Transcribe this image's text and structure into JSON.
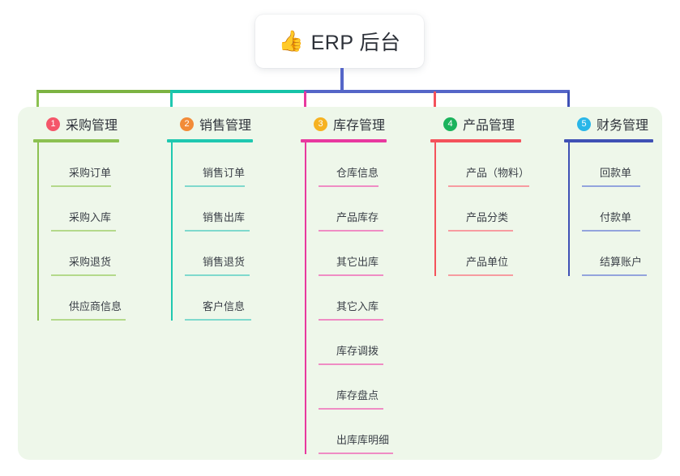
{
  "root": {
    "emoji": "👍",
    "emoji_name": "thumbs-up-icon",
    "title": "ERP 后台"
  },
  "colors": {
    "panel_bg": "#eef7ea",
    "page_bg": "#ffffff",
    "root_text": "#2c3038",
    "bus_green": "#7cb342",
    "bus_teal": "#17c3a8",
    "bus_blue": "#5566c8"
  },
  "columns": [
    {
      "index": "1",
      "badge_color": "#f4566a",
      "line_color": "#8cc152",
      "leaf_line_color": "#b4d98b",
      "drop_color": "#8cc152",
      "title": "采购管理",
      "items": [
        {
          "label": "采购订单",
          "rule_width": 74
        },
        {
          "label": "采购入库",
          "rule_width": 80
        },
        {
          "label": "采购退货",
          "rule_width": 80
        },
        {
          "label": "供应商信息",
          "rule_width": 92
        }
      ]
    },
    {
      "index": "2",
      "badge_color": "#f28b38",
      "line_color": "#1fc8b0",
      "leaf_line_color": "#7fd9cd",
      "drop_color": "#1fc8b0",
      "title": "销售管理",
      "items": [
        {
          "label": "销售订单",
          "rule_width": 74
        },
        {
          "label": "销售出库",
          "rule_width": 80
        },
        {
          "label": "销售退货",
          "rule_width": 80
        },
        {
          "label": "客户信息",
          "rule_width": 82
        }
      ]
    },
    {
      "index": "3",
      "badge_color": "#f6b221",
      "line_color": "#e8399f",
      "leaf_line_color": "#ef8cc4",
      "drop_color": "#e8399f",
      "title": "库存管理",
      "items": [
        {
          "label": "仓库信息",
          "rule_width": 74
        },
        {
          "label": "产品库存",
          "rule_width": 80
        },
        {
          "label": "其它出库",
          "rule_width": 80
        },
        {
          "label": "其它入库",
          "rule_width": 80
        },
        {
          "label": "库存调拨",
          "rule_width": 80
        },
        {
          "label": "库存盘点",
          "rule_width": 80
        },
        {
          "label": "出库库明细",
          "rule_width": 92
        }
      ]
    },
    {
      "index": "4",
      "badge_color": "#1bb35c",
      "line_color": "#f4525b",
      "leaf_line_color": "#f79ba0",
      "drop_color": "#f4525b",
      "title": "产品管理",
      "items": [
        {
          "label": "产品（物料）",
          "rule_width": 100
        },
        {
          "label": "产品分类",
          "rule_width": 80
        },
        {
          "label": "产品单位",
          "rule_width": 80
        }
      ]
    },
    {
      "index": "5",
      "badge_color": "#29b6e8",
      "line_color": "#3f51b5",
      "leaf_line_color": "#93a4dd",
      "drop_color": "#3f51b5",
      "title": "财务管理",
      "items": [
        {
          "label": "回款单",
          "rule_width": 72
        },
        {
          "label": "付款单",
          "rule_width": 72
        },
        {
          "label": "结算账户",
          "rule_width": 80
        }
      ]
    }
  ]
}
